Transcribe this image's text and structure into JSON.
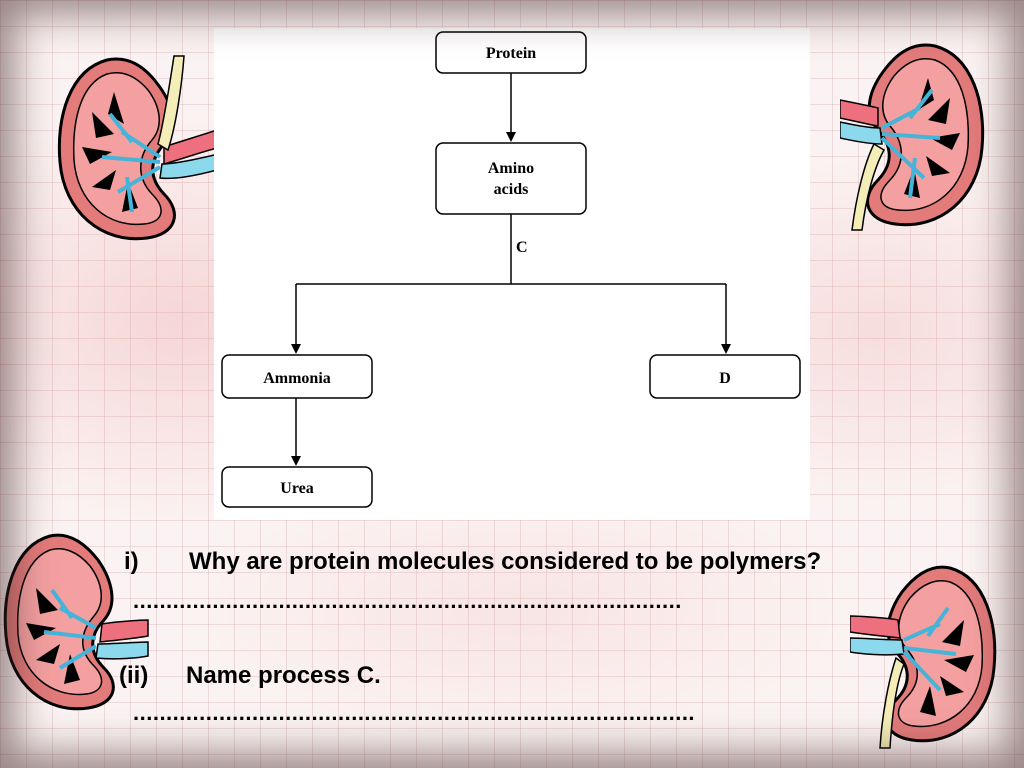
{
  "diagram": {
    "nodes": {
      "protein": "Protein",
      "amino_line1": "Amino",
      "amino_line2": "acids",
      "ammonia": "Ammonia",
      "d": "D",
      "urea": "Urea"
    },
    "process_label": "C",
    "edges": [
      {
        "from": "Protein",
        "to": "Amino acids"
      },
      {
        "from": "Amino acids",
        "to": "Ammonia",
        "via": "C"
      },
      {
        "from": "Amino acids",
        "to": "D",
        "via": "C"
      },
      {
        "from": "Ammonia",
        "to": "Urea"
      }
    ]
  },
  "questions": {
    "q1_number": "i)",
    "q1_text": "Why are protein molecules considered to be polymers?",
    "q1_answer": "...................................................................................",
    "q2_number": "(ii)",
    "q2_text": "Name process C.",
    "q2_answer": "....................................................................................."
  },
  "colors": {
    "kidney_body": "#e37b7b",
    "kidney_outline": "#000000",
    "artery": "#ee6f7d",
    "vein": "#8cd9ee",
    "ureter": "#f4edb8"
  }
}
